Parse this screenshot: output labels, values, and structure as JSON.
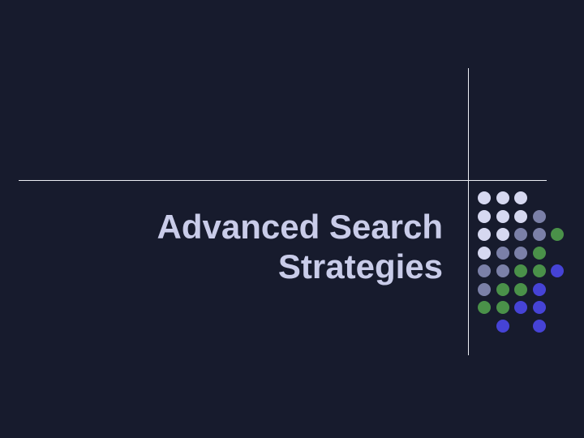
{
  "slide": {
    "title_lines": [
      "Advanced Search",
      "Strategies"
    ]
  },
  "colors": {
    "background": "#171b2d",
    "title_text": "#c9cce9",
    "rule_line": "#eceef4",
    "dot_light": "#d6d8f0",
    "dot_slate": "#7b80a8",
    "dot_green": "#4a9149",
    "dot_blue": "#4643d6"
  },
  "dot_pattern": {
    "rows": [
      [
        "light",
        "light",
        "light",
        null,
        null
      ],
      [
        "light",
        "light",
        "light",
        "slate",
        null
      ],
      [
        "light",
        "light",
        "slate",
        "slate",
        "green"
      ],
      [
        "light",
        "slate",
        "slate",
        "green",
        null
      ],
      [
        "slate",
        "slate",
        "green",
        "green",
        "blue"
      ],
      [
        "slate",
        "green",
        "green",
        "blue",
        null
      ],
      [
        "green",
        "green",
        "blue",
        "blue",
        null
      ],
      [
        null,
        "blue",
        null,
        "blue",
        null
      ]
    ]
  }
}
